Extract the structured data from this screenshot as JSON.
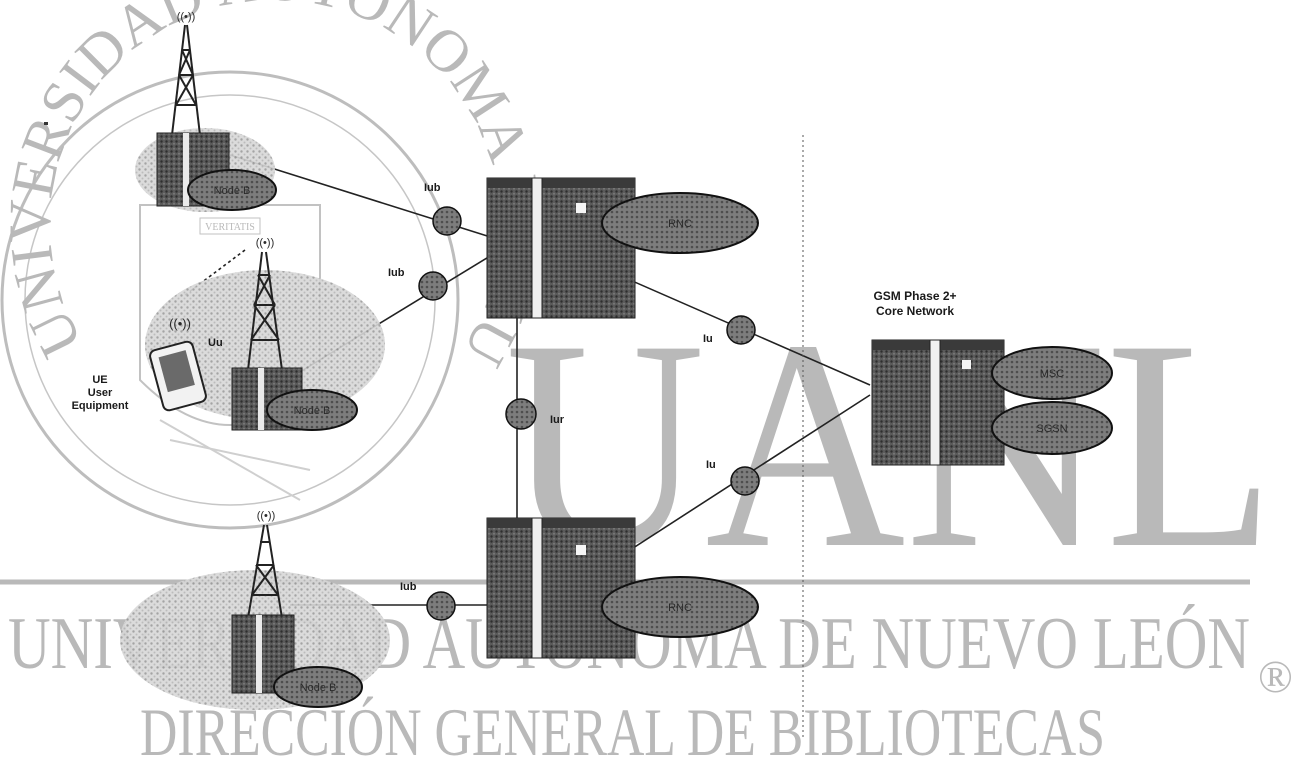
{
  "watermark": {
    "seal_text": "UNIVERSIDAD AUTÓNOMA DE NUEVO LEÓN",
    "seal_motto": "VERITATIS",
    "big_letters": "UANL",
    "university": "UNIVERSIDAD AUTÓNOMA DE NUEVO LEÓN",
    "directorate": "DIRECCIÓN GENERAL DE BIBLIOTECAS",
    "registered_mark": "®"
  },
  "diagram": {
    "core_network_label_line1": "GSM Phase 2+",
    "core_network_label_line2": "Core Network",
    "ue_label_line1": "UE",
    "ue_label_line2": "User",
    "ue_label_line3": "Equipment",
    "interfaces": {
      "iub_top": "Iub",
      "iub_mid": "Iub",
      "iub_bottom": "Iub",
      "iur": "Iur",
      "iu_top": "Iu",
      "iu_bottom": "Iu",
      "uu": "Uu"
    },
    "node_labels": {
      "node_b_top": "Node B",
      "node_b_mid": "Node B",
      "node_b_bottom": "Node B",
      "rnc_top": "RNC",
      "rnc_bottom": "RNC",
      "core_upper": "MSC",
      "core_lower": "SGSN"
    }
  }
}
